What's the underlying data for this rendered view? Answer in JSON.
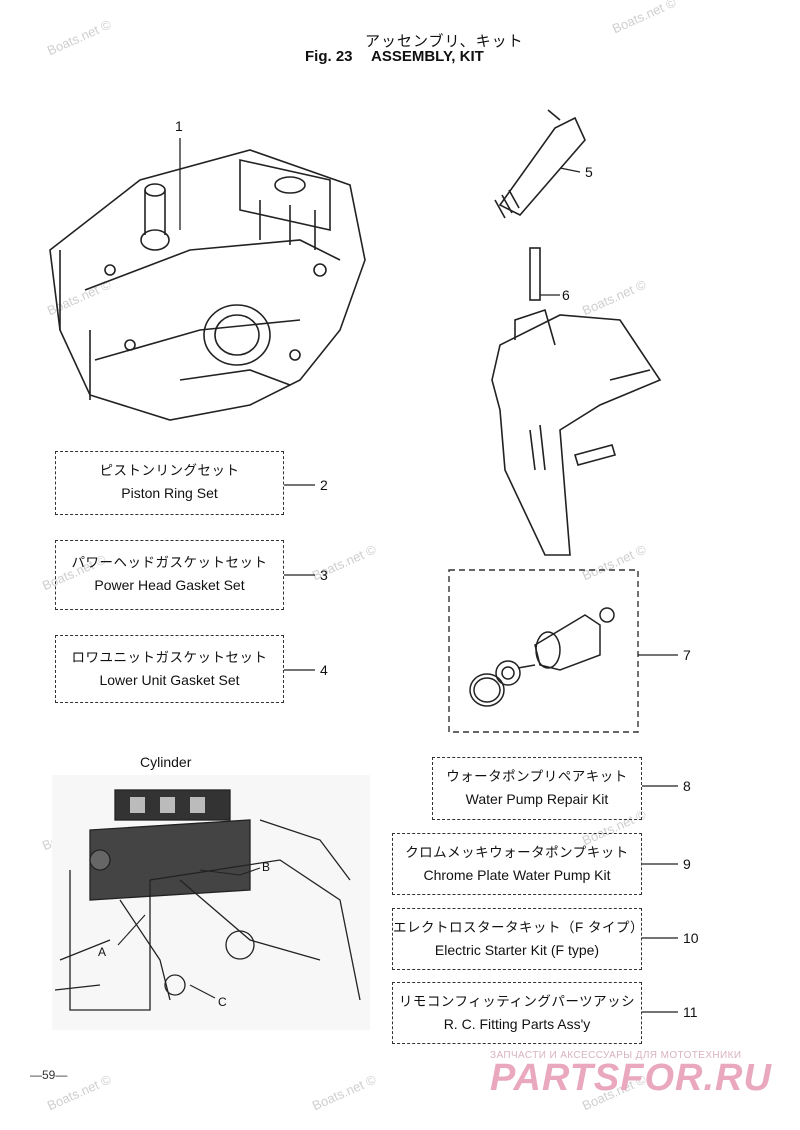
{
  "header": {
    "title_jp": "アッセンブリ、キット",
    "fig_label": "Fig. 23",
    "title_en": "ASSEMBLY, KIT"
  },
  "callouts": {
    "c1": "1",
    "c5": "5",
    "c6": "6",
    "c7": "7"
  },
  "kits": [
    {
      "jp": "ピストンリングセット",
      "en": "Piston Ring Set",
      "num": "2"
    },
    {
      "jp": "パワーヘッドガスケットセット",
      "en": "Power Head Gasket Set",
      "num": "3"
    },
    {
      "jp": "ロワユニットガスケットセット",
      "en": "Lower Unit Gasket Set",
      "num": "4"
    },
    {
      "jp": "ウォータポンプリペアキット",
      "en": "Water Pump Repair Kit",
      "num": "8"
    },
    {
      "jp": "クロムメッキウォータポンプキット",
      "en": "Chrome Plate Water  Pump Kit",
      "num": "9"
    },
    {
      "jp": "エレクトロスタータキット（F タイプ）",
      "en": "Electric Starter Kit (F type)",
      "num": "10"
    },
    {
      "jp": "リモコンフィッティングパーツアッシ",
      "en": "R. C. Fitting Parts Ass'y",
      "num": "11"
    }
  ],
  "cylinder": {
    "heading": "Cylinder",
    "label_a": "A",
    "label_b": "B",
    "label_c": "C"
  },
  "watermark": "Boats.net ©",
  "page_number": "—59—",
  "brand": {
    "small": "ЗАПЧАСТИ И АКСЕССУАРЫ ДЛЯ МОТОТЕХНИКИ",
    "big": "PARTSFOR.RU"
  }
}
